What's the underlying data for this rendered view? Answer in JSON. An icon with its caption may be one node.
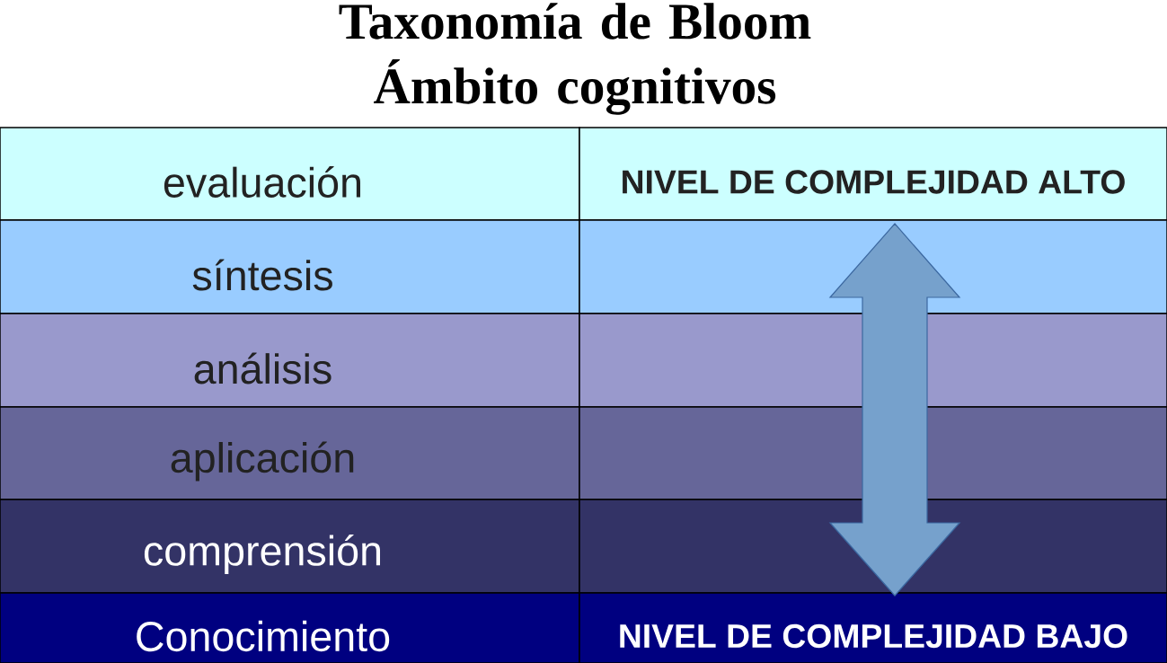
{
  "diagram": {
    "title": "Taxonomía de Bloom Ámbito cognitivos",
    "nodes": [
      {
        "text": [
          "evaluación"
        ]
      },
      {
        "text": [
          "NIVEL DE COMPLEJIDAD ALTO"
        ]
      },
      {
        "text": [
          "síntesis"
        ]
      },
      {
        "text": [],
        "shape": "box"
      },
      {
        "text": [
          "análisis"
        ]
      },
      {
        "text": [],
        "shape": "box"
      },
      {
        "text": [
          "aplicación"
        ]
      },
      {
        "text": [],
        "shape": "box"
      },
      {
        "text": [
          "comprensión"
        ]
      },
      {
        "text": [],
        "shape": "box"
      },
      {
        "text": [
          "Conocimiento"
        ]
      },
      {
        "text": [
          "NIVEL DE COMPLEJIDAD BAJO"
        ]
      }
    ],
    "edges": [
      {
        "from": 11,
        "to": 1,
        "arrow": "both"
      }
    ]
  }
}
